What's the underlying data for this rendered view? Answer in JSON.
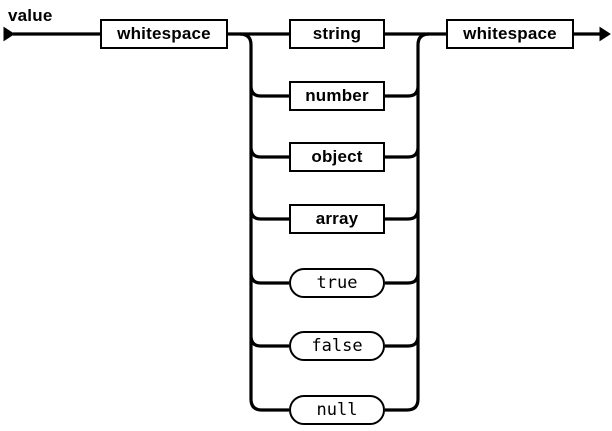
{
  "diagram": {
    "title": "value",
    "kind": "railroad-syntax-diagram",
    "colors": {
      "line": "#000000",
      "background": "#ffffff",
      "text": "#000000"
    },
    "start_marker": "right-arrow",
    "end_marker": "right-arrow",
    "nodes": [
      {
        "label": "whitespace",
        "kind": "non-terminal"
      },
      {
        "label": "string",
        "kind": "non-terminal"
      },
      {
        "label": "number",
        "kind": "non-terminal"
      },
      {
        "label": "object",
        "kind": "non-terminal"
      },
      {
        "label": "array",
        "kind": "non-terminal"
      },
      {
        "label": "true",
        "kind": "terminal"
      },
      {
        "label": "false",
        "kind": "terminal"
      },
      {
        "label": "null",
        "kind": "terminal"
      },
      {
        "label": "whitespace",
        "kind": "non-terminal"
      }
    ]
  }
}
